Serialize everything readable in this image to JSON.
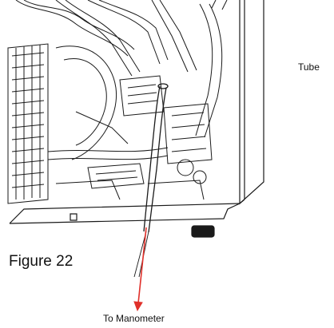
{
  "labels": {
    "tube": "Tube",
    "figure_caption": "Figure 22",
    "manometer": "To Manometer"
  },
  "colors": {
    "arrow": "#e0302a",
    "line_art": "#1a1a1a"
  }
}
